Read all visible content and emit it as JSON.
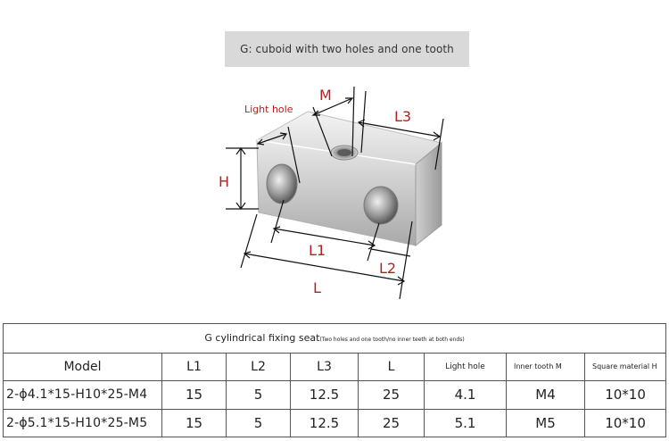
{
  "banner": {
    "text": "G: cuboid with two holes and one tooth"
  },
  "diagram": {
    "label_light_hole": "Light hole",
    "label_m": "M",
    "label_l3": "L3",
    "label_h": "H",
    "label_l1": "L1",
    "label_l2": "L2",
    "label_l": "L"
  },
  "table": {
    "title": "G cylindrical fixing seat",
    "title_note": "(Two holes and one tooth/no inner teeth at both ends)",
    "headers": {
      "model": "Model",
      "l1": "L1",
      "l2": "L2",
      "l3": "L3",
      "l": "L",
      "light_hole": "Light hole",
      "inner_tooth": "Inner tooth M",
      "square": "Square material H"
    },
    "rows": [
      {
        "model": "2-ϕ4.1*15-H10*25-M4",
        "l1": "15",
        "l2": "5",
        "l3": "12.5",
        "l": "25",
        "light_hole": "4.1",
        "inner_tooth": "M4",
        "square": "10*10"
      },
      {
        "model": "2-ϕ5.1*15-H10*25-M5",
        "l1": "15",
        "l2": "5",
        "l3": "12.5",
        "l": "25",
        "light_hole": "5.1",
        "inner_tooth": "M5",
        "square": "10*10"
      }
    ]
  }
}
